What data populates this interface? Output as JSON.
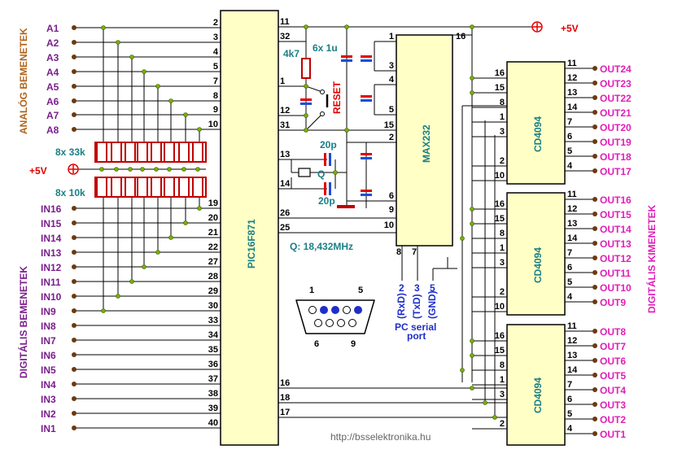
{
  "title": "PIC16F871 I/O board schematic",
  "colors": {
    "input_label": "#7a1e8c",
    "output_label": "#e01fb8",
    "vertical_analog": "#b0641c",
    "chip_fill": "#ffffc6",
    "component_text": "#1a7f86",
    "serial_text": "#1f2ec9",
    "resistor": "#c00000",
    "supply": "#e00000",
    "node": "#7ab000",
    "capacitor_plate_a": "#1a4fd8",
    "capacitor_plate_b": "#e00000"
  },
  "labels": {
    "analog_vertical": "ANALÓG BEMENETEK",
    "digital_in_vertical": "DIGITÁLIS  BEMENETEK",
    "digital_out_vertical": "DIGITÁLIS KIMENETEK",
    "supply_top": "+5V",
    "supply_left": "+5V",
    "r_pullup_33k": "8x 33k",
    "r_pulldown_10k": "8x 10k",
    "r_4k7": "4k7",
    "caps_1u": "6x 1u",
    "reset": "RESET",
    "cap_20p_top": "20p",
    "cap_20p_bottom": "20p",
    "crystal": "Q",
    "crystal_freq": "Q: 18,432MHz",
    "mcu": "PIC16F871",
    "max": "MAX232",
    "shift_reg": "CD4094",
    "db9_pin1": "1",
    "db9_pin5": "5",
    "db9_pin6": "6",
    "db9_pin9": "9",
    "serial_caption_1": "PC serial",
    "serial_caption_2": "port",
    "rxd": "(RxD)",
    "txd": "(TxD)",
    "gnd": "(GND)",
    "serial_pin2": "2",
    "serial_pin3": "3",
    "serial_pin5": "5",
    "watermark": "http://bsselektronika.hu"
  },
  "analog_inputs": [
    {
      "name": "A1",
      "pin": "2"
    },
    {
      "name": "A2",
      "pin": "3"
    },
    {
      "name": "A3",
      "pin": "4"
    },
    {
      "name": "A4",
      "pin": "5"
    },
    {
      "name": "A5",
      "pin": "7"
    },
    {
      "name": "A6",
      "pin": "8"
    },
    {
      "name": "A7",
      "pin": "9"
    },
    {
      "name": "A8",
      "pin": "10"
    }
  ],
  "digital_inputs": [
    {
      "name": "IN16",
      "pin": "19"
    },
    {
      "name": "IN15",
      "pin": "20"
    },
    {
      "name": "IN14",
      "pin": "21"
    },
    {
      "name": "IN13",
      "pin": "22"
    },
    {
      "name": "IN12",
      "pin": "27"
    },
    {
      "name": "IN11",
      "pin": "28"
    },
    {
      "name": "IN10",
      "pin": "29"
    },
    {
      "name": "IN9",
      "pin": "30"
    },
    {
      "name": "IN8",
      "pin": "33"
    },
    {
      "name": "IN7",
      "pin": "34"
    },
    {
      "name": "IN6",
      "pin": "35"
    },
    {
      "name": "IN5",
      "pin": "36"
    },
    {
      "name": "IN4",
      "pin": "37"
    },
    {
      "name": "IN3",
      "pin": "38"
    },
    {
      "name": "IN2",
      "pin": "39"
    },
    {
      "name": "IN1",
      "pin": "40"
    }
  ],
  "mcu_right_pins": [
    "11",
    "32",
    "1",
    "12",
    "31",
    "13",
    "14",
    "26",
    "25",
    "16",
    "18",
    "17"
  ],
  "max_left_pins": [
    "1",
    "3",
    "4",
    "5",
    "15",
    "2",
    "6",
    "9",
    "10"
  ],
  "max_top_right_pin": "16",
  "max_bottom_pins": [
    "8",
    "7"
  ],
  "shift_registers": [
    {
      "left_pins": [
        "16",
        "15",
        "8",
        "1",
        "3",
        "2",
        "10"
      ],
      "right_pins": [
        "11",
        "12",
        "13",
        "14",
        "7",
        "6",
        "5",
        "4"
      ],
      "outputs": [
        "OUT24",
        "OUT23",
        "OUT22",
        "OUT21",
        "OUT20",
        "OUT19",
        "OUT18",
        "OUT17"
      ]
    },
    {
      "left_pins": [
        "16",
        "15",
        "8",
        "1",
        "3",
        "2",
        "10"
      ],
      "right_pins": [
        "11",
        "12",
        "13",
        "14",
        "7",
        "6",
        "5",
        "4"
      ],
      "outputs": [
        "OUT16",
        "OUT15",
        "OUT14",
        "OUT13",
        "OUT12",
        "OUT11",
        "OUT10",
        "OUT9"
      ]
    },
    {
      "left_pins": [
        "16",
        "15",
        "8",
        "1",
        "3",
        "2"
      ],
      "right_pins": [
        "11",
        "12",
        "13",
        "14",
        "7",
        "6",
        "5",
        "4"
      ],
      "outputs": [
        "OUT8",
        "OUT7",
        "OUT6",
        "OUT5",
        "OUT4",
        "OUT3",
        "OUT2",
        "OUT1"
      ]
    }
  ]
}
